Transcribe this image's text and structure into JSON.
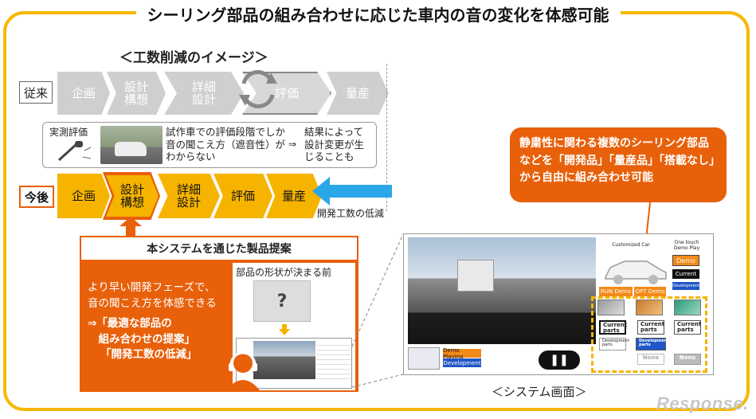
{
  "title": "シーリング部品の組み合わせに応じた車内の音の変化を体感可能",
  "subtitle": "＜工数削減のイメージ＞",
  "old_flow": {
    "label": "従来",
    "steps": [
      {
        "text": "企画"
      },
      {
        "text": "設計\n構想"
      },
      {
        "text": "詳細\n設計"
      },
      {
        "text": "評価"
      },
      {
        "text": "量産"
      }
    ]
  },
  "note": {
    "label": "実測評価",
    "text": "試作車での評価段階でしか音の聞こえ方（遮音性）がわからない",
    "arrow": "⇒",
    "result": "結果によって設計変更が生じることも"
  },
  "new_flow": {
    "label": "今後",
    "steps": [
      {
        "text": "企画"
      },
      {
        "text": "設計\n構想"
      },
      {
        "text": "詳細\n設計"
      },
      {
        "text": "評価"
      },
      {
        "text": "量産"
      }
    ],
    "reduction_label": "開発工数の低減"
  },
  "proposal": {
    "heading": "本システムを通じた製品提案",
    "line1": "より早い開発フェーズで、",
    "line2": "音の聞こえ方を体感できる",
    "line3": "⇒「最適な部品の",
    "line4": "　組み合わせの提案」",
    "line5": "「開発工数の低減」",
    "before_label": "部品の形状が決まる前",
    "question_mark": "?"
  },
  "callout": {
    "line1": "静粛性に関わる複数のシーリング部品",
    "line2": "などを「開発品」「量産品」「搭載なし」",
    "line3": "から自由に組み合わせ可能"
  },
  "system_screen": {
    "customized_car": "Customized Car",
    "one_touch": "One touch\nDemo Play",
    "demo": "Demo",
    "current": "Current",
    "development": "Development",
    "run_demo": "RUN Demo",
    "opt_demo": "OPT Demo",
    "demo_playing": "Demo Playing",
    "dev_button": "Development",
    "pause": "❚❚",
    "parts": [
      {
        "current": "Current\nparts",
        "dev": "Development\nparts"
      },
      {
        "current": "Current\nparts",
        "dev": "Development\nparts"
      },
      {
        "current": "Current\nparts",
        "dev": "None"
      }
    ],
    "none_label": "None"
  },
  "caption": "＜システム画面＞",
  "logo": "Response.",
  "colors": {
    "frame": "#f6b800",
    "accent_orange": "#e8600a",
    "new_step": "#f6b400",
    "old_step": "#cfcfcf",
    "reduction_arrow": "#2aa7e8"
  }
}
